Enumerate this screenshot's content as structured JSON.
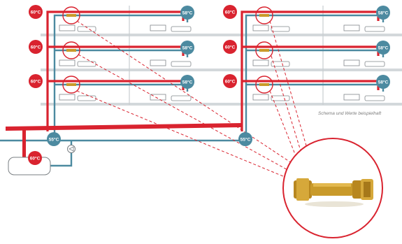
{
  "colors": {
    "hot": "#d9232f",
    "circ": "#4c8aa0",
    "floor": "#b9c0c4",
    "fixture": "#7a7f83",
    "brass": "#c99a2a",
    "ring": "#d9232f"
  },
  "temperatures": {
    "boiler": "60°C",
    "riser_top": "60°C",
    "return_branch": "58°C",
    "return_main": "55°C"
  },
  "note": "Schema und Werte beispielhaft",
  "icons": {
    "pump": "pump-icon",
    "boiler": "boiler-tank",
    "valve": "balancing-valve-photo"
  }
}
